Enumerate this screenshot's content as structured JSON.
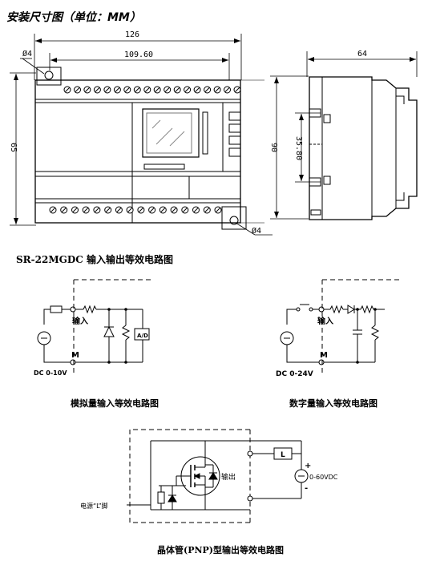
{
  "header": {
    "title": "安装尺寸图（单位：MM）"
  },
  "mechanical": {
    "dim_overall_width": "126",
    "dim_hole_spacing": "109.60",
    "dim_height": "65",
    "dim_side_depth": "64",
    "dim_side_height": "90",
    "dim_rail": "35.80",
    "hole_label_top": "Ø4",
    "hole_label_bottom": "Ø4"
  },
  "sections": {
    "equivalent_title": "SR-22MGDC 输入输出等效电路图",
    "analog_caption": "模拟量输入等效电路图",
    "digital_caption": "数字量输入等效电路图",
    "transistor_caption": "晶体管(PNP)型输出等效电路图"
  },
  "analog_circuit": {
    "input_label": "输入",
    "common_label": "M",
    "source_label": "DC 0-10V",
    "ad_label": "A/D"
  },
  "digital_circuit": {
    "input_label": "输入",
    "common_label": "M",
    "source_label": "DC 0-24V"
  },
  "transistor_circuit": {
    "output_label": "输出",
    "load_label": "L",
    "plus_label": "+",
    "minus_label": "-",
    "supply_label": "0-60VDC",
    "power_label": "电源“L”脚"
  }
}
